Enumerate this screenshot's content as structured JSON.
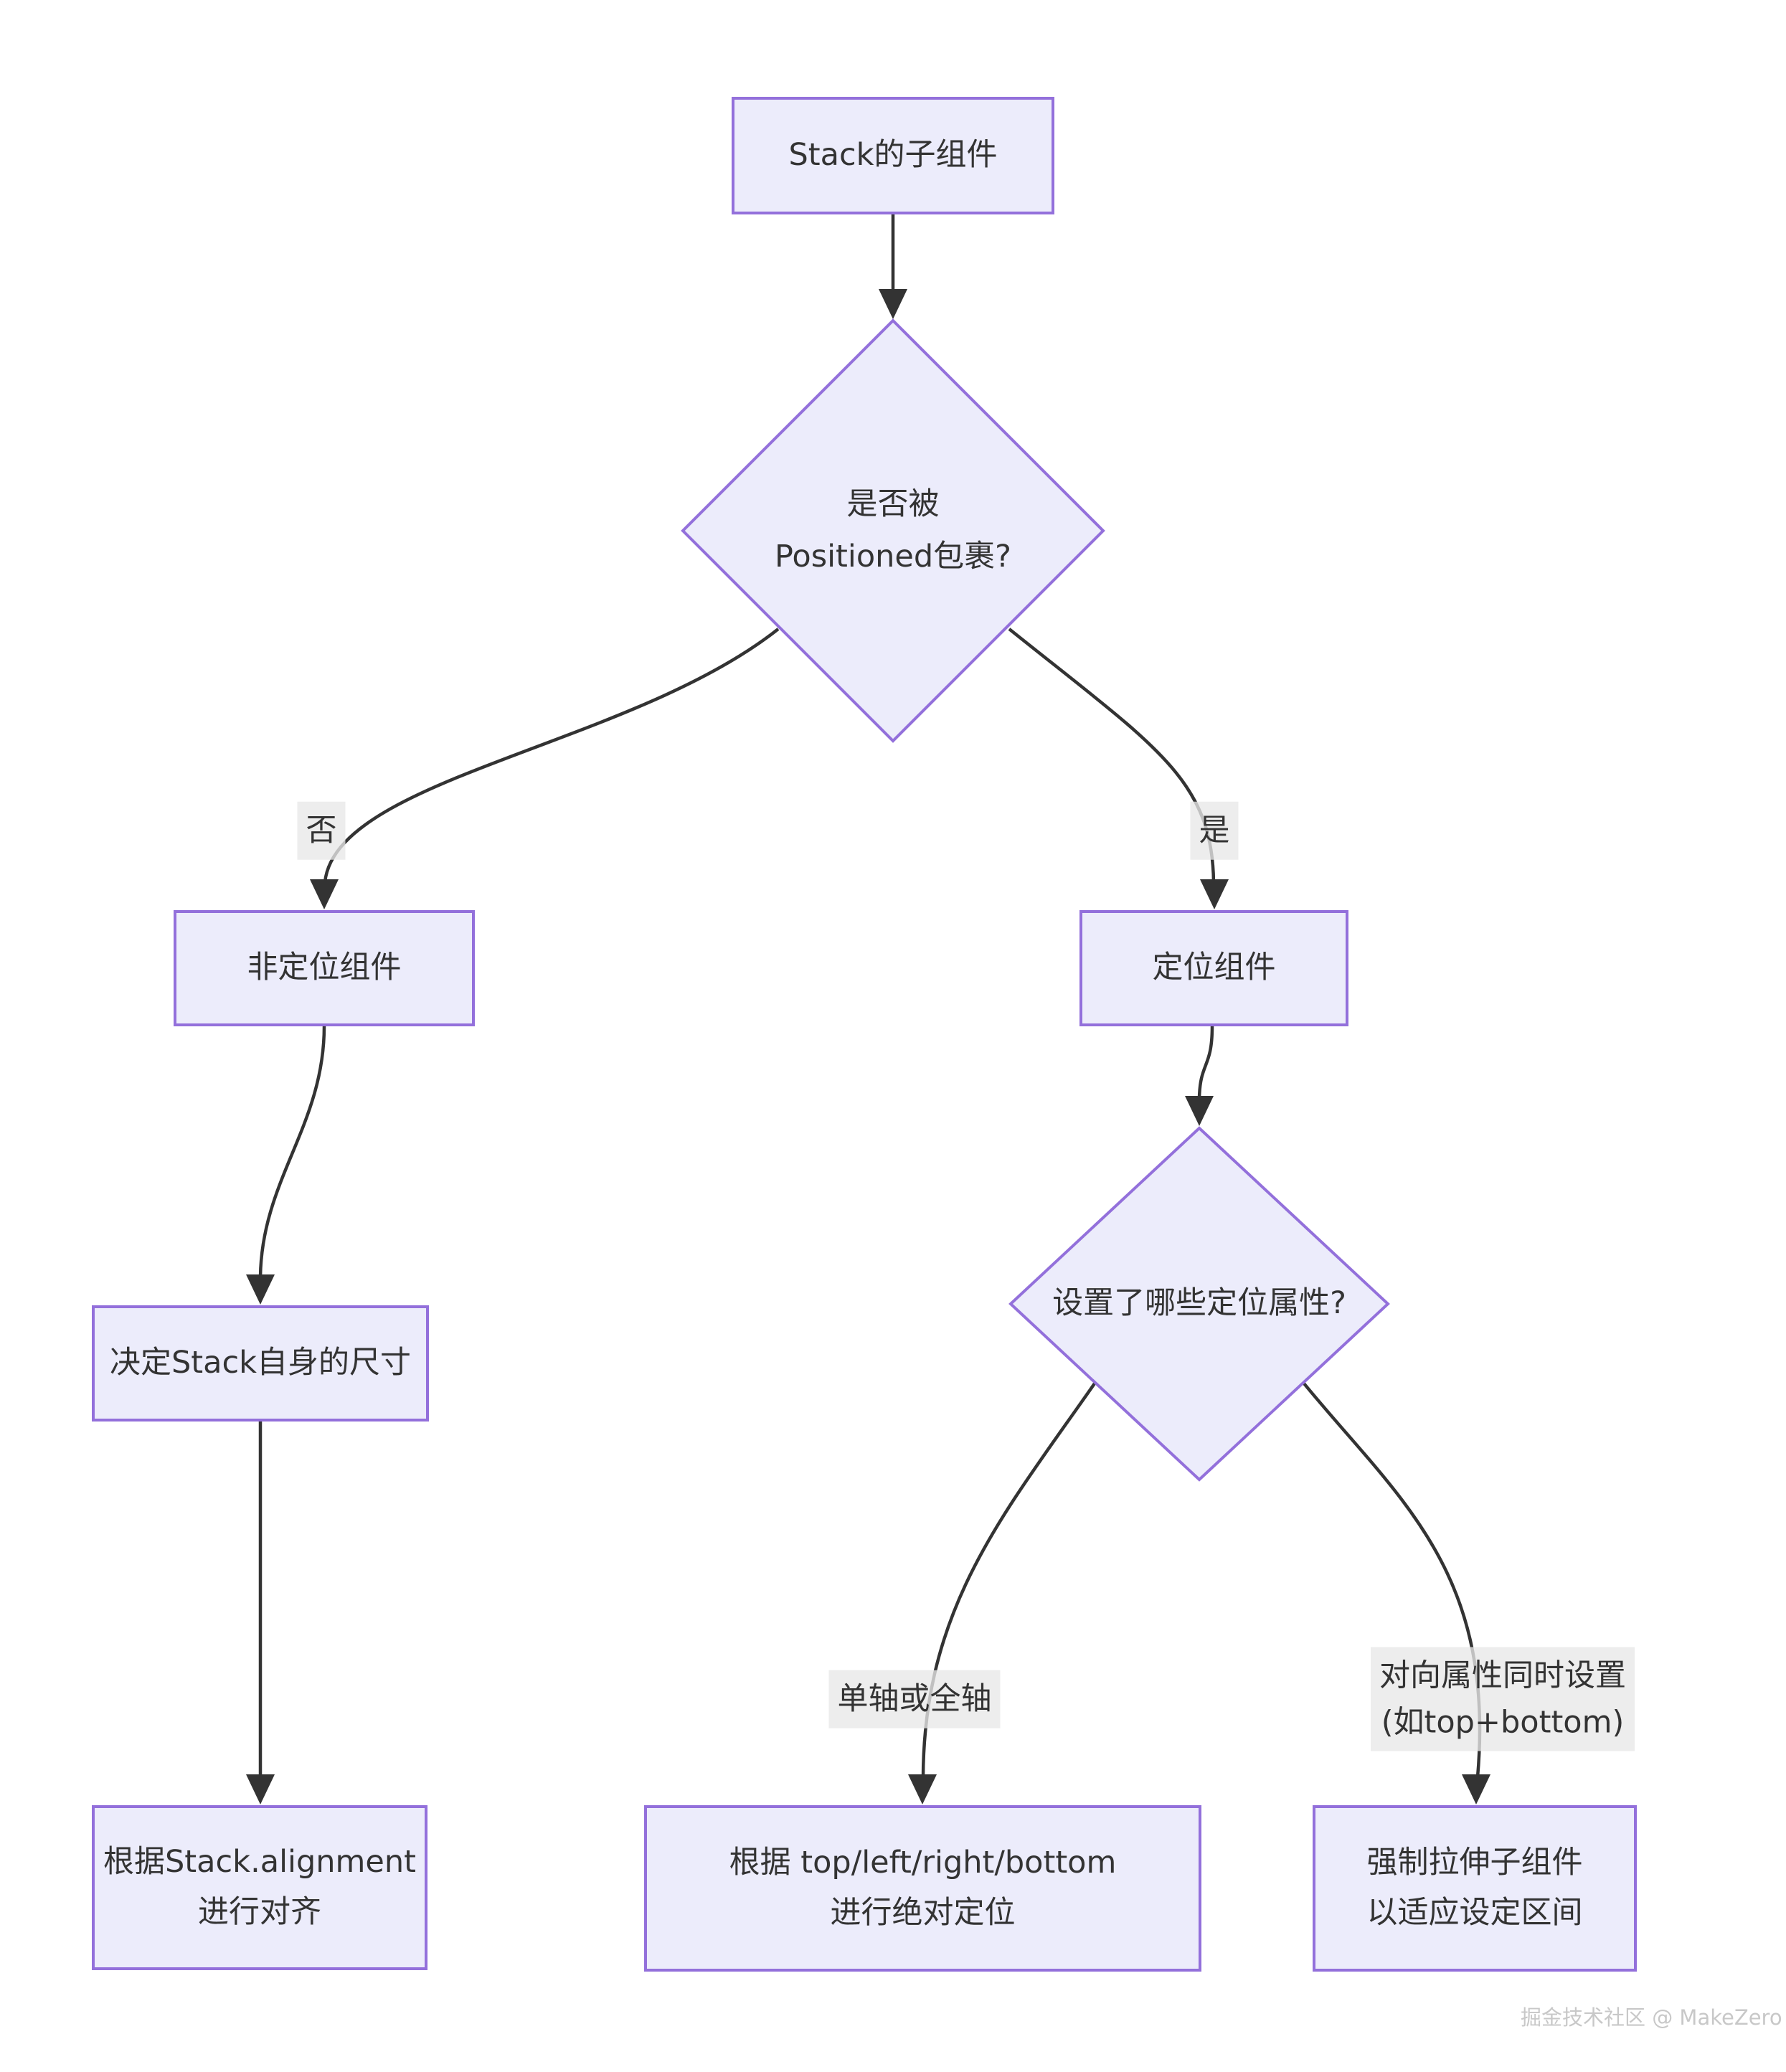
{
  "diagram_type": "flowchart",
  "palette": {
    "background": "#ffffff",
    "node_fill": "#ececfb",
    "node_border": "#9370db",
    "edge_color": "#333333",
    "text_color": "#333333",
    "edge_label_bg": "#e8e8e8",
    "watermark_color": "#c8c8c8"
  },
  "nodes": {
    "stack_children": {
      "label": "Stack的子组件"
    },
    "positioned_wrapped_decision": {
      "line1": "是否被",
      "line2": "Positioned包裹?"
    },
    "non_positioned": {
      "label": "非定位组件"
    },
    "positioned": {
      "label": "定位组件"
    },
    "stack_size": {
      "label": "决定Stack自身的尺寸"
    },
    "which_props_decision": {
      "label": "设置了哪些定位属性?"
    },
    "align_by_alignment": {
      "line1": "根据Stack.alignment",
      "line2": "进行对齐"
    },
    "absolute_positioning": {
      "line1": "根据 top/left/right/bottom",
      "line2": "进行绝对定位"
    },
    "stretch_child": {
      "line1": "强制拉伸子组件",
      "line2": "以适应设定区间"
    }
  },
  "edge_labels": {
    "no": {
      "label": "否"
    },
    "yes": {
      "label": "是"
    },
    "single_axis": {
      "label": "单轴或全轴"
    },
    "opposite_props": {
      "line1": "对向属性同时设置",
      "line2": "(如top+bottom)"
    }
  },
  "edges": [
    {
      "from": "stack_children",
      "to": "positioned_wrapped_decision",
      "label": ""
    },
    {
      "from": "positioned_wrapped_decision",
      "to": "non_positioned",
      "label": "否"
    },
    {
      "from": "positioned_wrapped_decision",
      "to": "positioned",
      "label": "是"
    },
    {
      "from": "non_positioned",
      "to": "stack_size",
      "label": ""
    },
    {
      "from": "stack_size",
      "to": "align_by_alignment",
      "label": ""
    },
    {
      "from": "positioned",
      "to": "which_props_decision",
      "label": ""
    },
    {
      "from": "which_props_decision",
      "to": "absolute_positioning",
      "label": "单轴或全轴"
    },
    {
      "from": "which_props_decision",
      "to": "stretch_child",
      "label": "对向属性同时设置 (如top+bottom)"
    }
  ],
  "watermark": {
    "label": "掘金技术社区 @ MakeZero"
  }
}
